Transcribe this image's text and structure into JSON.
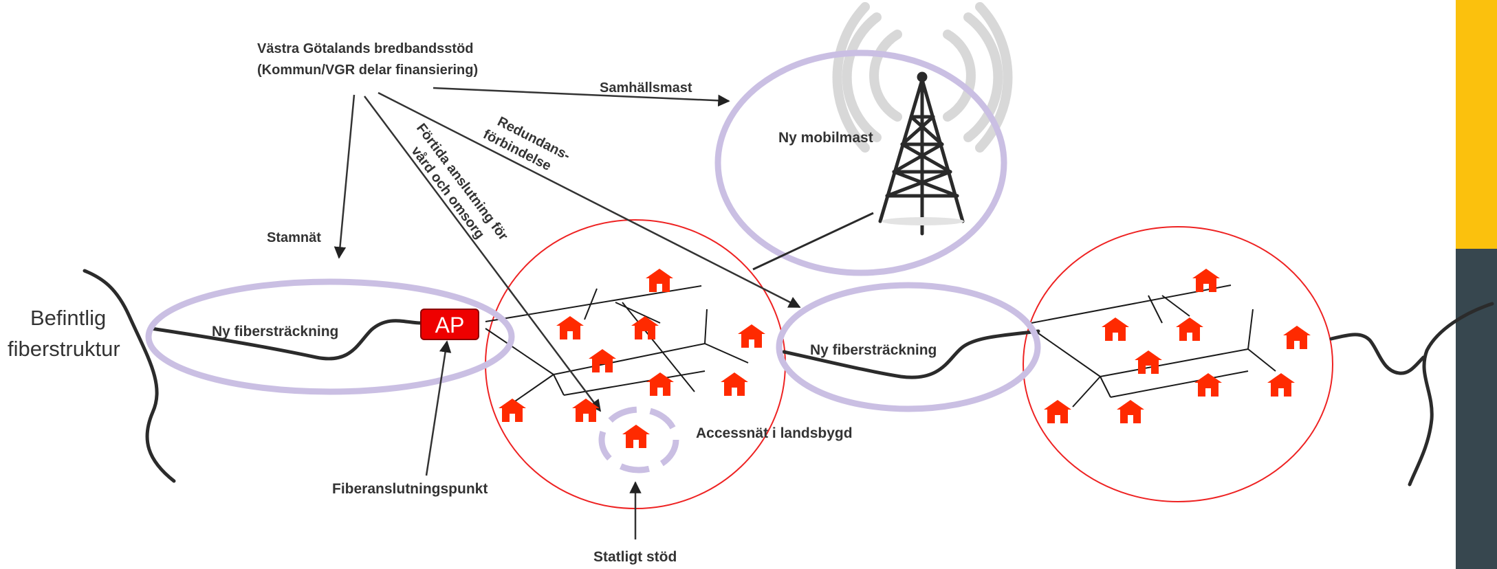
{
  "colors": {
    "accent_yellow": "#fbc10d",
    "accent_dark": "#37474f",
    "ring_lavender": "#cabfe3",
    "access_circle_red": "#ee2222",
    "house_red": "#ff2a00",
    "ap_box": "#ee0000"
  },
  "labels": {
    "vgr_line1": "Västra Götalands bredbandsstöd",
    "vgr_line2": "(Kommun/VGR delar finansiering)",
    "samhallsmast": "Samhällsmast",
    "ny_mobilmast": "Ny mobilmast",
    "redundans_line1": "Redundans-",
    "redundans_line2": "förbindelse",
    "fortida_line1": "Förtida anslutning för",
    "fortida_line2": "vård och omsorg",
    "stamnat": "Stamnät",
    "befintlig_line1": "Befintlig",
    "befintlig_line2": "fiberstruktur",
    "ny_fiber_left": "Ny fibersträckning",
    "ap": "AP",
    "ny_fiber_right": "Ny fibersträckning",
    "accessnat": "Accessnät i landsbygd",
    "fiberanslutningspunkt": "Fiberanslutningspunkt",
    "statligt_stod": "Statligt stöd"
  },
  "icons": {
    "tower": "radio-tower-icon",
    "house": "house-icon"
  }
}
